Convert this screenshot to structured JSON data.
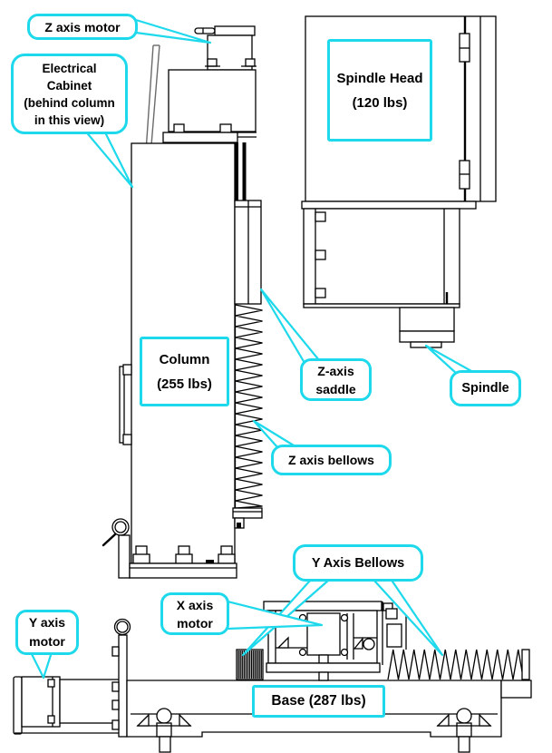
{
  "colors": {
    "accent": "#1ed9ec",
    "line": "#000000",
    "cabinet_line": "#6a6a6a",
    "background": "#ffffff"
  },
  "diagram": {
    "title": "Milling machine side view with labeled components",
    "callouts": [
      {
        "id": "z-axis-motor",
        "shape": "bubble",
        "label": "Z axis motor",
        "lines": [
          "Z axis motor"
        ]
      },
      {
        "id": "electrical-cabinet",
        "shape": "bubble",
        "label": "Electrical Cabinet (behind column in this view)",
        "lines": [
          "Electrical",
          "Cabinet",
          "(behind column",
          "in this view)"
        ]
      },
      {
        "id": "spindle-head",
        "shape": "box",
        "label": "Spindle Head (120 lbs)",
        "lines": [
          "Spindle Head",
          "(120 lbs)"
        ],
        "weight_lbs": 120
      },
      {
        "id": "column",
        "shape": "box",
        "label": "Column (255 lbs)",
        "lines": [
          "Column",
          "(255 lbs)"
        ],
        "weight_lbs": 255
      },
      {
        "id": "z-axis-saddle",
        "shape": "bubble",
        "label": "Z-axis saddle",
        "lines": [
          "Z-axis",
          "saddle"
        ]
      },
      {
        "id": "z-axis-bellows",
        "shape": "bubble",
        "label": "Z axis bellows",
        "lines": [
          "Z axis bellows"
        ]
      },
      {
        "id": "spindle",
        "shape": "bubble",
        "label": "Spindle",
        "lines": [
          "Spindle"
        ]
      },
      {
        "id": "y-axis-bellows",
        "shape": "bubble",
        "label": "Y Axis Bellows",
        "lines": [
          "Y Axis Bellows"
        ]
      },
      {
        "id": "x-axis-motor",
        "shape": "bubble",
        "label": "X axis motor",
        "lines": [
          "X axis",
          "motor"
        ]
      },
      {
        "id": "y-axis-motor",
        "shape": "bubble",
        "label": "Y axis motor",
        "lines": [
          "Y axis",
          "motor"
        ]
      },
      {
        "id": "base",
        "shape": "box",
        "label": "Base (287 lbs)",
        "lines": [
          "Base (287 lbs)"
        ],
        "weight_lbs": 287
      }
    ]
  }
}
